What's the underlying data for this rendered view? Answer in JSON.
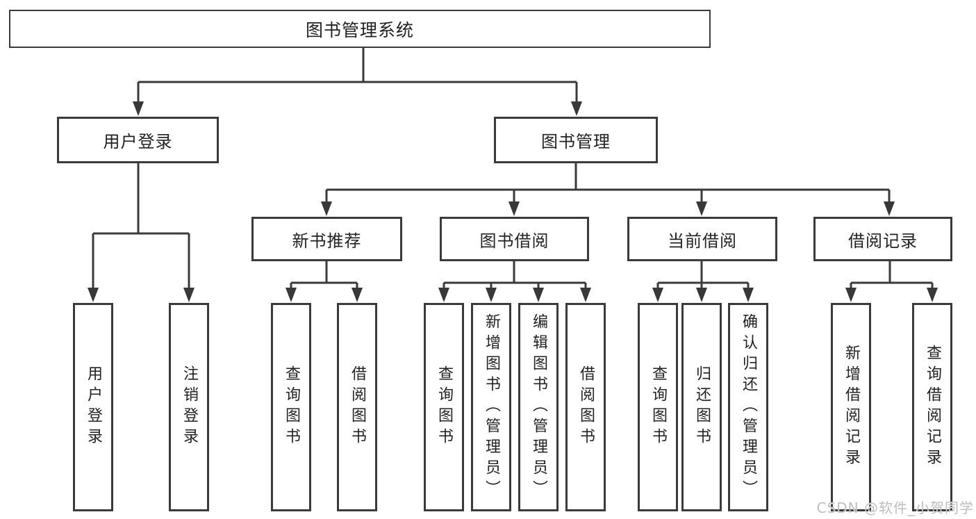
{
  "diagram": {
    "title": "图书管理系统",
    "type": "hierarchy",
    "colors": {
      "line": "#3a3a3a",
      "box_border": "#3a3a3a",
      "text": "#222222",
      "background": "#ffffff",
      "watermark": "#bdbdbd"
    },
    "nodes": {
      "root": "图书管理系统",
      "user_login": "用户登录",
      "book_management": "图书管理",
      "login_leaf": "用户登录",
      "logout_leaf": "注销登录",
      "new_book_recommend": "新书推荐",
      "book_borrow": "图书借阅",
      "current_borrow": "当前借阅",
      "borrow_records": "借阅记录",
      "nb_query_books": "查询图书",
      "nb_borrow_books": "借阅图书",
      "bb_query_books": "查询图书",
      "bb_add_books_admin": "新增图书（管理员）",
      "bb_edit_books_admin": "编辑图书（管理员）",
      "bb_borrow_books": "借阅图书",
      "cb_query_books": "查询图书",
      "cb_return_books": "归还图书",
      "cb_confirm_return_admin": "确认归还（管理员）",
      "br_add_record": "新增借阅记录",
      "br_query_record": "查询借阅记录"
    },
    "hierarchy": {
      "图书管理系统": {
        "用户登录": [
          "用户登录",
          "注销登录"
        ],
        "图书管理": {
          "新书推荐": [
            "查询图书",
            "借阅图书"
          ],
          "图书借阅": [
            "查询图书",
            "新增图书（管理员）",
            "编辑图书（管理员）",
            "借阅图书"
          ],
          "当前借阅": [
            "查询图书",
            "归还图书",
            "确认归还（管理员）"
          ],
          "借阅记录": [
            "新增借阅记录",
            "查询借阅记录"
          ]
        }
      }
    }
  },
  "watermark": {
    "text": "CSDN @软件_小贺同学"
  }
}
